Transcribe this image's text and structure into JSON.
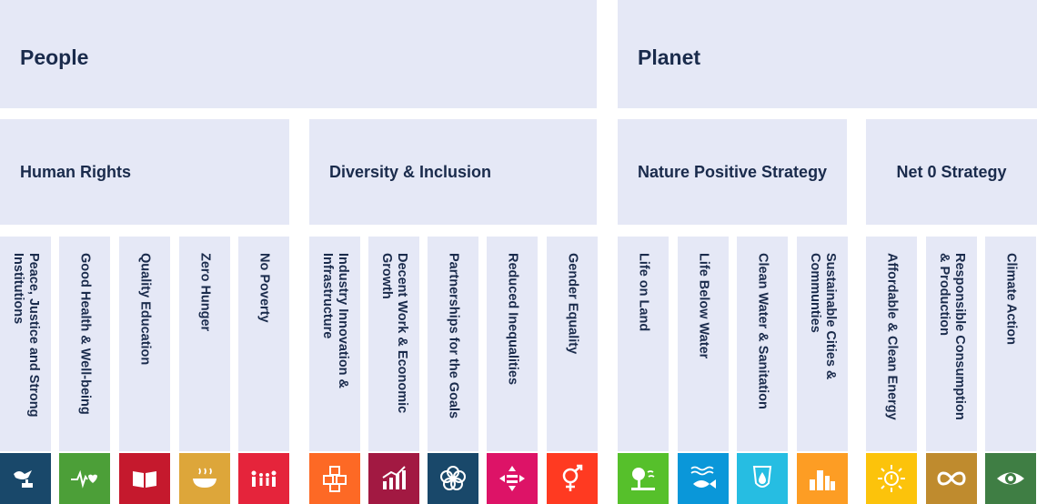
{
  "pillars": {
    "people": "People",
    "planet": "Planet"
  },
  "categories": {
    "human_rights": "Human Rights",
    "diversity": "Diversity & Inclusion",
    "nature": "Nature Positive Strategy",
    "net0": "Net 0 Strategy"
  },
  "goals": [
    {
      "label": "Peace, Justice and Strong\nInstitutions",
      "color": "#19486a",
      "icon": "dove-gavel-icon"
    },
    {
      "label": "Good Health & Well-being",
      "color": "#4c9f38",
      "icon": "heartbeat-icon"
    },
    {
      "label": "Quality Education",
      "color": "#c5192d",
      "icon": "book-icon"
    },
    {
      "label": "Zero Hunger",
      "color": "#dda63a",
      "icon": "food-bowl-icon"
    },
    {
      "label": "No Poverty",
      "color": "#e5243b",
      "icon": "family-icon"
    },
    {
      "label": "Industry Innovation &\nInfrastructure",
      "color": "#fd6925",
      "icon": "cubes-icon"
    },
    {
      "label": "Decent Work & Economic\nGrowth",
      "color": "#a21942",
      "icon": "growth-chart-icon"
    },
    {
      "label": "Partnerships for the Goals",
      "color": "#19486a",
      "icon": "rings-icon"
    },
    {
      "label": "Reduced Inequalities",
      "color": "#dd1367",
      "icon": "equality-arrows-icon"
    },
    {
      "label": "Gender Equality",
      "color": "#ff3a21",
      "icon": "gender-symbol-icon"
    },
    {
      "label": "Life on Land",
      "color": "#56c02b",
      "icon": "tree-icon"
    },
    {
      "label": "Life Below Water",
      "color": "#0a97d9",
      "icon": "fish-icon"
    },
    {
      "label": "Clean Water & Sanitation",
      "color": "#26bde2",
      "icon": "water-drop-icon"
    },
    {
      "label": "Sustainable Cities &\nCommunties",
      "color": "#fd9d24",
      "icon": "city-icon"
    },
    {
      "label": "Affordable & Clean Energy",
      "color": "#fcc30b",
      "icon": "sun-power-icon"
    },
    {
      "label": "Responsible Consumption\n& Production",
      "color": "#bf8b2e",
      "icon": "infinity-icon"
    },
    {
      "label": "Climate Action",
      "color": "#3f7e44",
      "icon": "eye-globe-icon"
    }
  ]
}
